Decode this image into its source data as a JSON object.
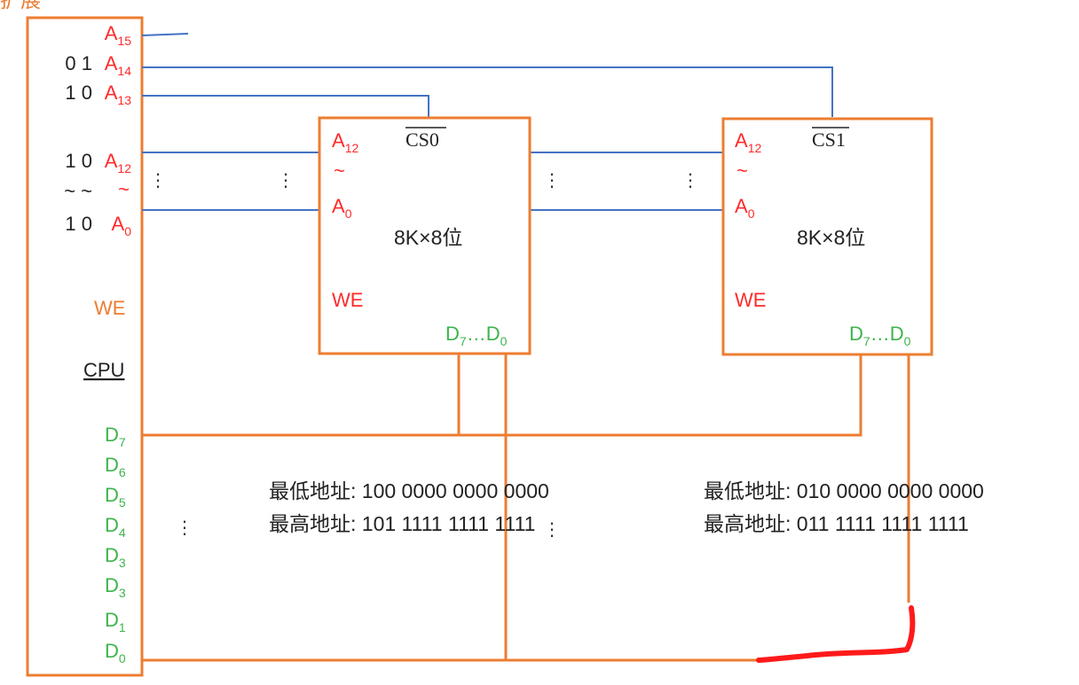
{
  "cpu": {
    "header_partial": "扩展",
    "address_pins": [
      {
        "base": "A",
        "sub": "15",
        "bits": ""
      },
      {
        "base": "A",
        "sub": "14",
        "bits": "0 1"
      },
      {
        "base": "A",
        "sub": "13",
        "bits": "1 0"
      },
      {
        "base": "A",
        "sub": "12",
        "bits": "1 0"
      },
      {
        "base": "~",
        "sub": "",
        "bits": "~ ~"
      },
      {
        "base": "A",
        "sub": "0",
        "bits": "1 0"
      }
    ],
    "we_label": "WE",
    "cpu_label": "CPU",
    "data_pins": [
      {
        "base": "D",
        "sub": "7"
      },
      {
        "base": "D",
        "sub": "6"
      },
      {
        "base": "D",
        "sub": "5"
      },
      {
        "base": "D",
        "sub": "4"
      },
      {
        "base": "D",
        "sub": "3"
      },
      {
        "base": "D",
        "sub": "3"
      },
      {
        "base": "D",
        "sub": "1"
      },
      {
        "base": "D",
        "sub": "0"
      }
    ]
  },
  "chips": [
    {
      "cs_label": "CS0",
      "a_high": {
        "base": "A",
        "sub": "12"
      },
      "tilde": "~",
      "a_low": {
        "base": "A",
        "sub": "0"
      },
      "capacity": "8K×8位",
      "we_label": "WE",
      "data": {
        "d_hi_base": "D",
        "d_hi_sub": "7",
        "ellipsis": "…",
        "d_lo_base": "D",
        "d_lo_sub": "0"
      },
      "lowest_label": "最低地址: 100 0000 0000 0000",
      "highest_label": "最高地址: 101 1111 1111 1111"
    },
    {
      "cs_label": "CS1",
      "a_high": {
        "base": "A",
        "sub": "12"
      },
      "tilde": "~",
      "a_low": {
        "base": "A",
        "sub": "0"
      },
      "capacity": "8K×8位",
      "we_label": "WE",
      "data": {
        "d_hi_base": "D",
        "d_hi_sub": "7",
        "ellipsis": "…",
        "d_lo_base": "D",
        "d_lo_sub": "0"
      },
      "lowest_label": "最低地址: 010 0000 0000 0000",
      "highest_label": "最高地址: 011 1111 1111 1111"
    }
  ],
  "vdots": "⋮",
  "colors": {
    "box_orange": "#ed7d31",
    "bus_blue": "#4472c4",
    "pin_red": "#ff2a2a",
    "data_green": "#3cb44b",
    "annotation_red": "#ff1a1a"
  }
}
